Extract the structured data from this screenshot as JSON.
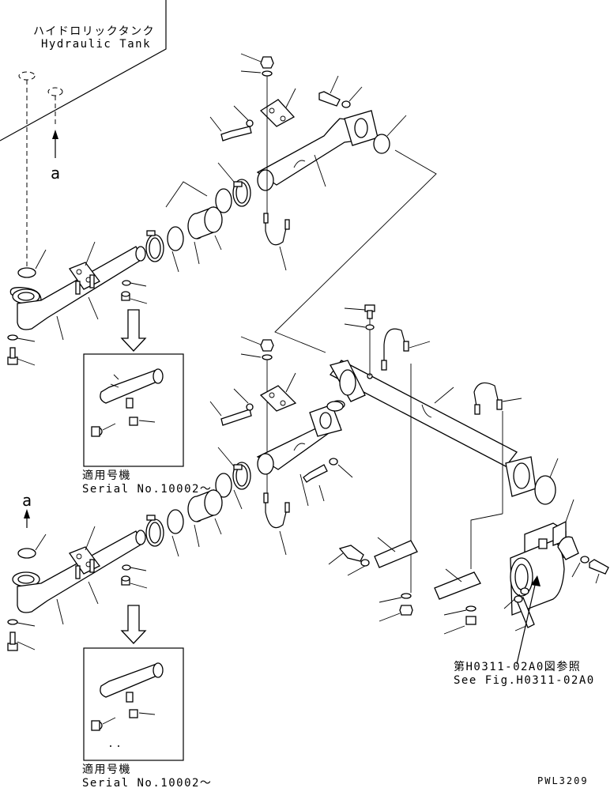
{
  "tank_label": {
    "jp": "ハイドロリックタンク",
    "en": "Hydraulic Tank"
  },
  "view_marker": "a",
  "serial_note_top": {
    "jp": "適用号機",
    "en": "Serial No.10002～"
  },
  "serial_note_bottom": {
    "jp": "適用号機",
    "en": "Serial No.10002～"
  },
  "see_figure": {
    "jp": "第H0311-02A0図参照",
    "en": "See Fig.H0311-02A0"
  },
  "drawing_code": "PWL3209"
}
